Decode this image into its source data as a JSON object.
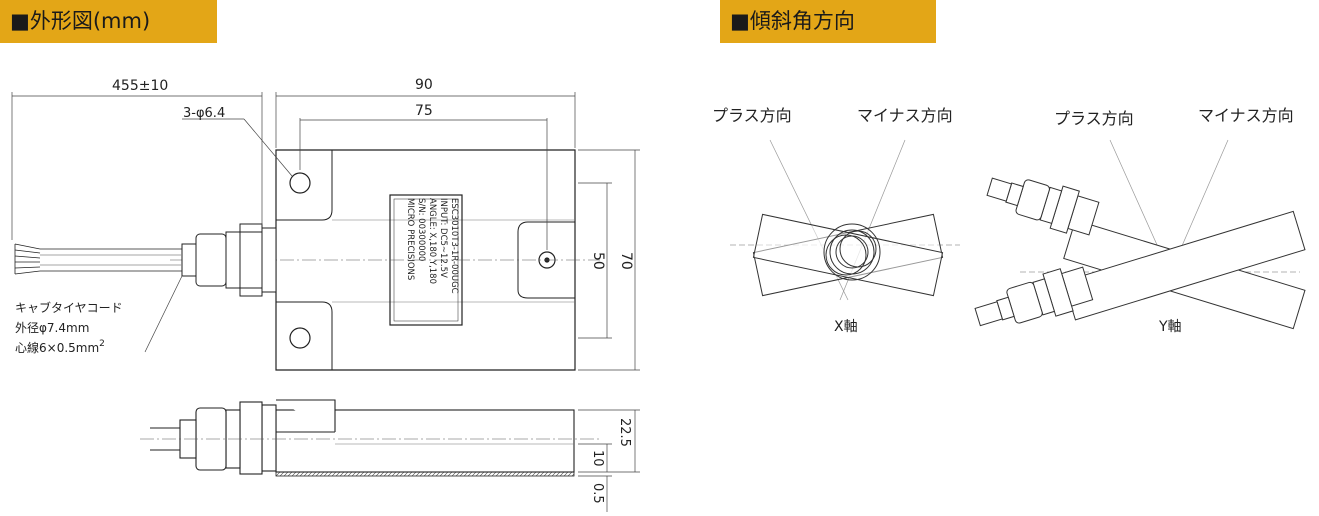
{
  "headers": {
    "left": "■外形図(mm)",
    "right": "■傾斜角方向"
  },
  "dimensions": {
    "cable_length": "455±10",
    "holes": "3-φ6.4",
    "width_outer": "90",
    "width_inner": "75",
    "height_inner": "50",
    "height_outer": "70",
    "thickness": "22.5",
    "offset": "10",
    "base": "0.5"
  },
  "cable_notes": {
    "line1": "キャブタイヤコード",
    "line2": "外径φ7.4mm",
    "line3_main": "心線6×0.5mm",
    "line3_sup": "2"
  },
  "label_plate": {
    "lines": [
      "ESC3010T3-1R-00UGC",
      "INPUT: DC5~12.5V",
      "ANGLE: X,180 Y,180",
      "S/N: 00300000",
      "MICRO PRECISIONS"
    ]
  },
  "tilt": {
    "x_plus": "プラス方向",
    "x_minus": "マイナス方向",
    "x_axis": "X軸",
    "y_plus": "プラス方向",
    "y_minus": "マイナス方向",
    "y_axis": "Y軸"
  },
  "colors": {
    "header_bg": "#e3a617",
    "line": "#222222",
    "guide": "#9a9a9a"
  }
}
